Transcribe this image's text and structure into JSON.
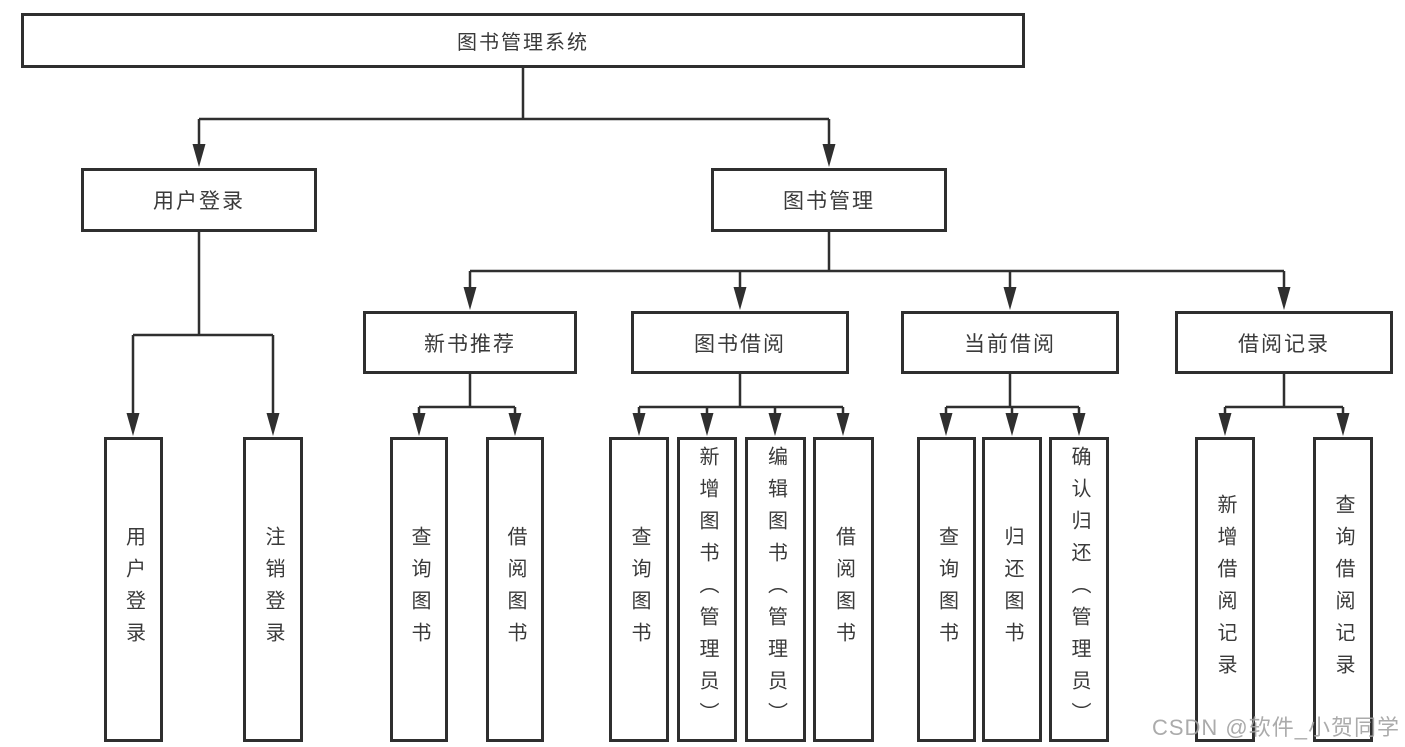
{
  "tree": {
    "root": {
      "label": "图书管理系统"
    },
    "branches": [
      {
        "label": "用户登录",
        "children": [
          {
            "label": "用户登录"
          },
          {
            "label": "注销登录"
          }
        ]
      },
      {
        "label": "图书管理",
        "children": [
          {
            "label": "新书推荐",
            "children": [
              {
                "label": "查询图书"
              },
              {
                "label": "借阅图书"
              }
            ]
          },
          {
            "label": "图书借阅",
            "children": [
              {
                "label": "查询图书"
              },
              {
                "label": "新增图书（管理员）"
              },
              {
                "label": "编辑图书（管理员）"
              },
              {
                "label": "借阅图书"
              }
            ]
          },
          {
            "label": "当前借阅",
            "children": [
              {
                "label": "查询图书"
              },
              {
                "label": "归还图书"
              },
              {
                "label": "确认归还（管理员）"
              }
            ]
          },
          {
            "label": "借阅记录",
            "children": [
              {
                "label": "新增借阅记录"
              },
              {
                "label": "查询借阅记录"
              }
            ]
          }
        ]
      }
    ]
  },
  "watermark": "CSDN @软件_小贺同学",
  "colors": {
    "line": "#2f2f2f",
    "text": "#3a3a3a",
    "box_background": "#ffffff",
    "page_background": "#ffffff",
    "watermark": "#a2a2a2"
  }
}
